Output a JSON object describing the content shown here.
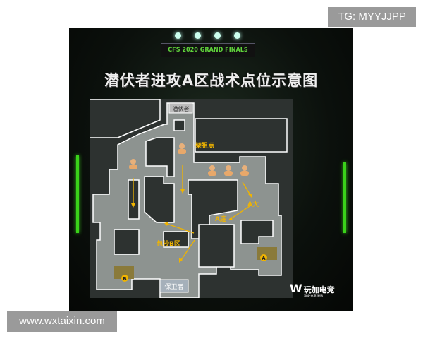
{
  "overlay": {
    "tg_label": "TG: MYYJJPP",
    "watermark": "www.wxtaixin.com"
  },
  "poster": {
    "banner": "CFS 2020 GRAND FINALS",
    "title": "潜伏者进攻A区战术点位示意图",
    "logo_text": "玩加电竞",
    "logo_sub": "游戏·电竞·资讯"
  },
  "map": {
    "labels": {
      "spawn": "潜伏者",
      "sniper": "架狙点",
      "a_long": "A大",
      "a_connector": "A连",
      "flank_b": "包抄B区",
      "guard": "保卫者",
      "site_a": "A",
      "site_b": "B"
    },
    "colors": {
      "accent": "#f0b400",
      "floor": "#8d9390",
      "wall": "#ffffff",
      "room": "#2d3230",
      "glow": "#3ad21a"
    },
    "player_icons": 5
  }
}
